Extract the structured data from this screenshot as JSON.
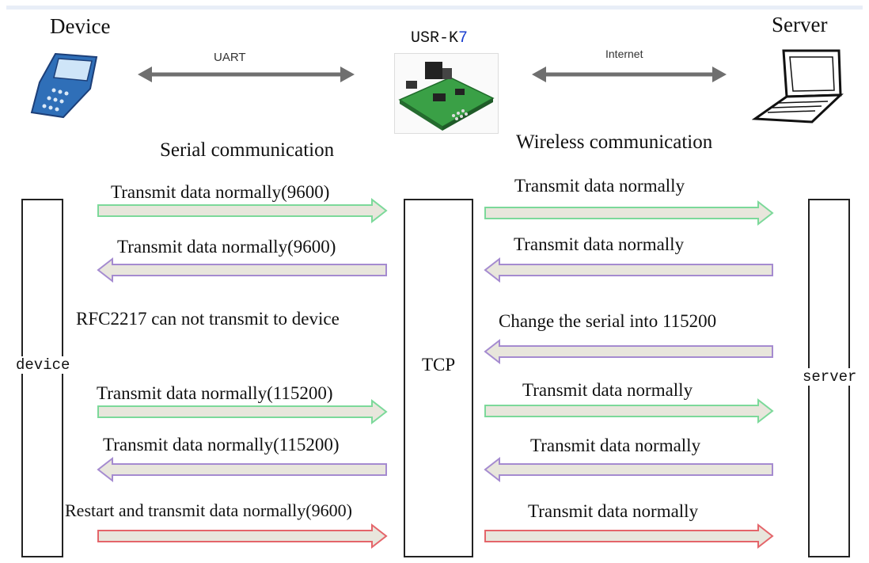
{
  "header": {
    "device_title": "Device",
    "server_title": "Server",
    "module_name": "USR-K7",
    "module_name_prefix": "USR-K",
    "module_name_suffix": "7",
    "uart_label": "UART",
    "internet_label": "Internet",
    "serial_caption": "Serial communication",
    "wireless_caption": "Wireless communication"
  },
  "columns": {
    "device": "device",
    "tcp": "TCP",
    "server": "server"
  },
  "left_messages": [
    "Transmit data normally(9600)",
    "Transmit data normally(9600)",
    "RFC2217 can not transmit to device",
    "Transmit data normally(115200)",
    "Transmit data normally(115200)",
    "Restart and transmit data normally(9600)"
  ],
  "right_messages": [
    "Transmit data normally",
    "Transmit data normally",
    "Change the serial into 115200",
    "Transmit data normally",
    "Transmit data normally",
    "Transmit data normally"
  ],
  "colors": {
    "green_arrow": "#7cd99a",
    "purple_arrow": "#a58bd0",
    "red_arrow": "#e4656a",
    "arrow_fill": "#e8e6dc",
    "gray_arrow": "#6f6f6f",
    "module_blue": "#1a3fcf"
  },
  "icons": {
    "device": "handheld-device-icon",
    "module": "circuit-board-icon",
    "server": "laptop-icon"
  }
}
